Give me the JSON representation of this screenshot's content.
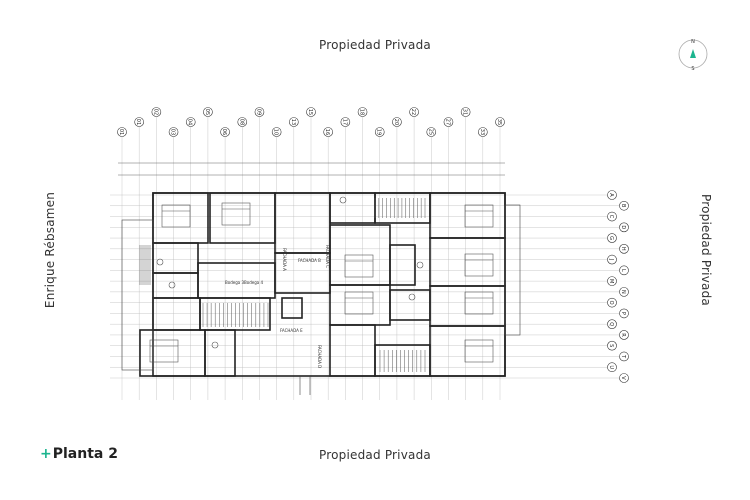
{
  "labels": {
    "top": "Propiedad Privada",
    "bottom": "Propiedad Privada",
    "left": "Enrique Rébsamen",
    "right": "Propiedad Privada"
  },
  "title": {
    "plus": "+",
    "text": "Planta 2"
  },
  "compass": {
    "north": "N",
    "south": "S",
    "accent": "#1cb58f"
  },
  "grid": {
    "vertical": [
      "01",
      "01",
      "02",
      "03",
      "04",
      "05",
      "06",
      "08",
      "09",
      "10",
      "13",
      "15",
      "16",
      "17",
      "18",
      "19",
      "20",
      "22",
      "25",
      "27",
      "31",
      "33",
      "35"
    ],
    "horizontal": [
      "A",
      "B",
      "C",
      "D",
      "G",
      "H",
      "J",
      "L",
      "M",
      "N",
      "O",
      "P",
      "Q",
      "R",
      "S",
      "T",
      "U",
      "V"
    ]
  },
  "rooms": {
    "fachada_a": "FACHADA A",
    "fachada_b": "FACHADA B",
    "fachada_c": "FACHADA C",
    "fachada_d": "FACHADA D",
    "fachada_e": "FACHADA E",
    "bodega_3": "Bodega 3",
    "bodega_4": "Bodega 4"
  }
}
